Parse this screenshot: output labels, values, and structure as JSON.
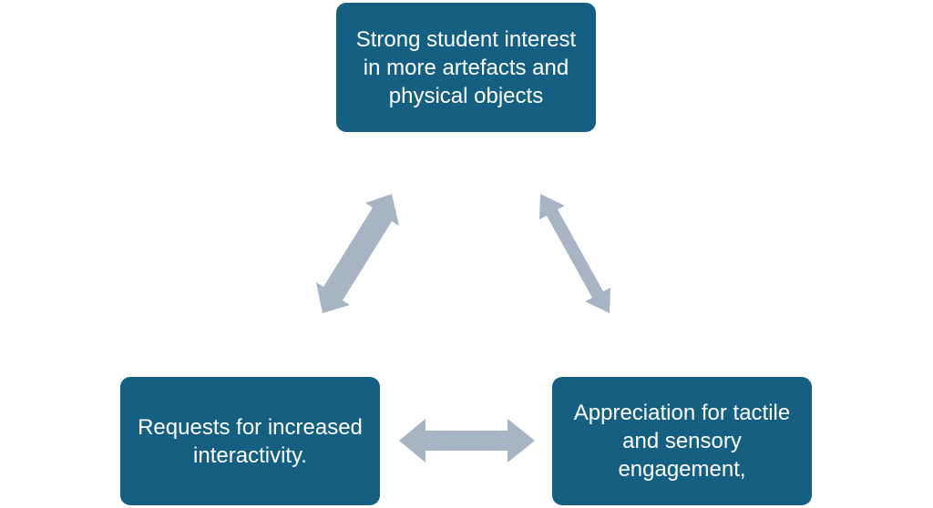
{
  "diagram": {
    "nodes": {
      "top": {
        "label": "Strong student interest\nin more artefacts and\nphysical objects"
      },
      "left": {
        "label": "Requests for increased\ninteractivity."
      },
      "right": {
        "label": "Appreciation for tactile\nand sensory\nengagement,"
      }
    },
    "connectors": [
      {
        "from": "top",
        "to": "left",
        "type": "double-arrow"
      },
      {
        "from": "top",
        "to": "right",
        "type": "double-arrow"
      },
      {
        "from": "left",
        "to": "right",
        "type": "double-arrow"
      }
    ],
    "colors": {
      "node_fill": "#156082",
      "node_text": "#ffffff",
      "arrow_fill": "#A7B4C3"
    }
  }
}
